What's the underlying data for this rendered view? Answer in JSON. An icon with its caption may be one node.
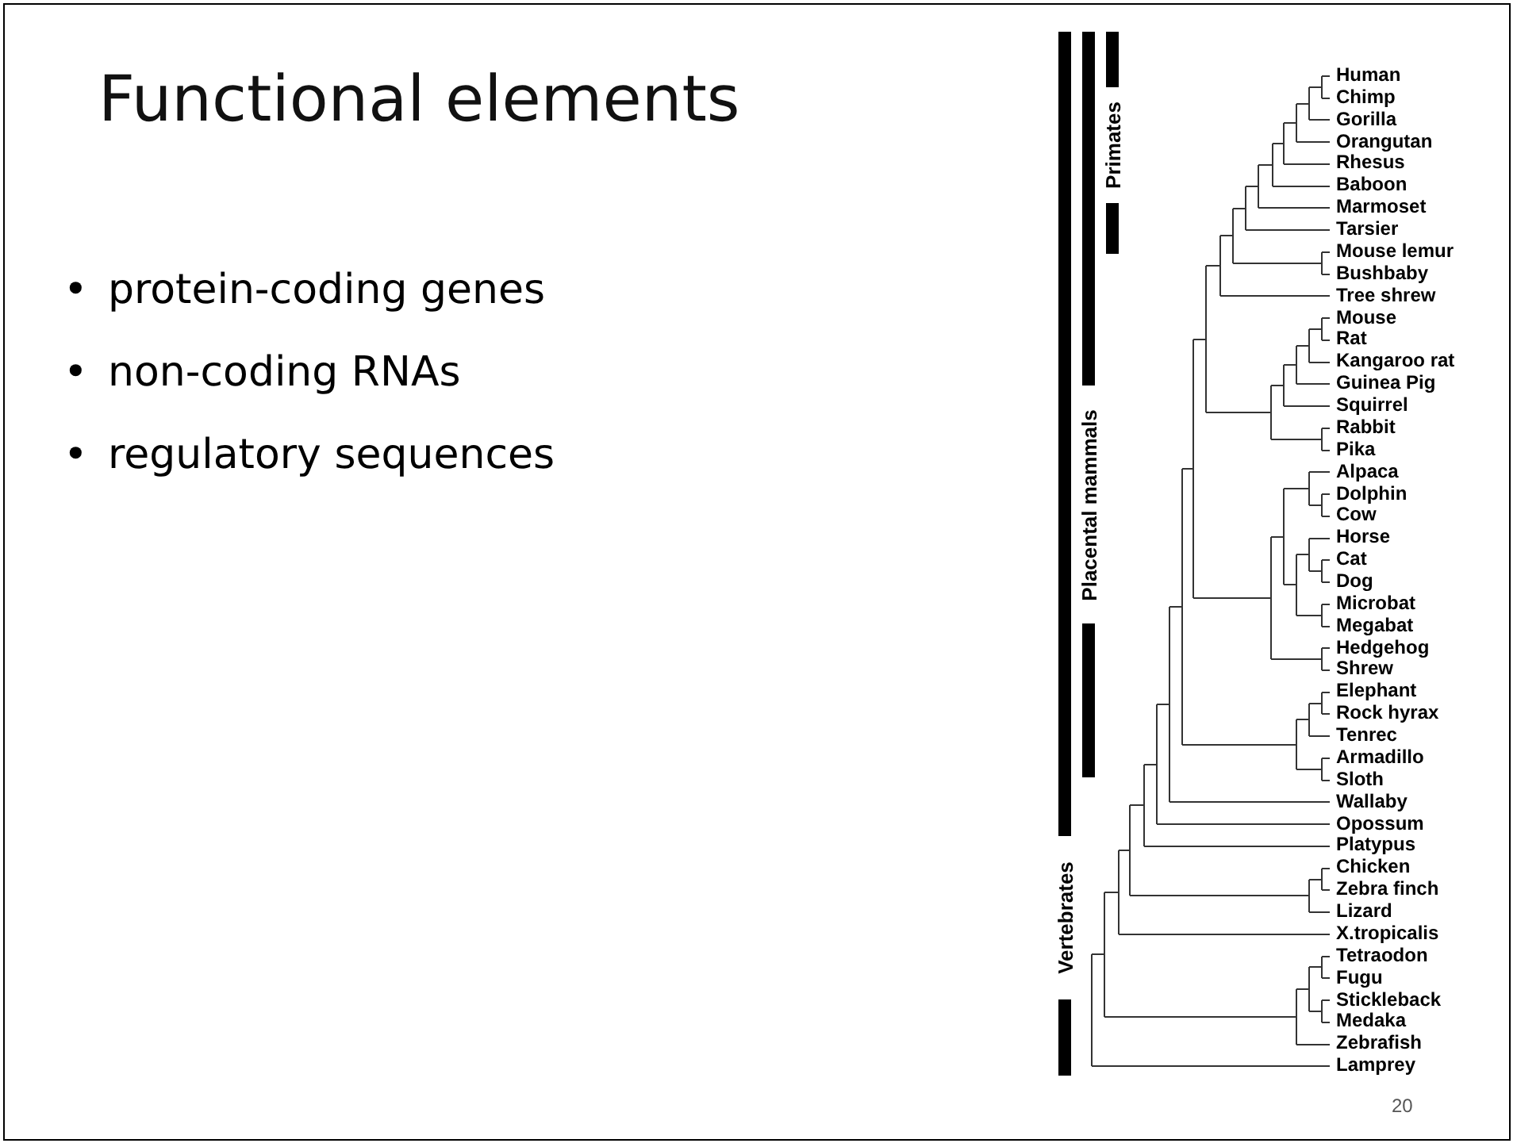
{
  "diagram": {
    "title": "Functional elements",
    "labels": [
      "•",
      "protein-coding genes",
      "•",
      "non-coding RNAs",
      "•",
      "regulatory sequences",
      "Human",
      "Chimp",
      "Gorilla",
      "Orangutan",
      "Rhesus",
      "Baboon",
      "Marmoset",
      "Tarsier",
      "Mouse lemur",
      "Bushbaby",
      "Tree shrew",
      "Mouse",
      "Rat",
      "Kangaroo rat",
      "Guinea Pig",
      "Squirrel",
      "Rabbit",
      "Pika",
      "Alpaca",
      "Dolphin",
      "Cow",
      "Horse",
      "Cat",
      "Dog",
      "Microbat",
      "Megabat",
      "Hedgehog",
      "Shrew",
      "Elephant",
      "Rock hyrax",
      "Tenrec",
      "Armadillo",
      "Sloth",
      "Wallaby",
      "Opossum",
      "Platypus",
      "Chicken",
      "Zebra finch",
      "Lizard",
      "X.tropicalis",
      "Tetraodon",
      "Fugu",
      "Stickleback",
      "Medaka",
      "Zebrafish",
      "Lamprey",
      "Primates",
      "Placental mammals",
      "Vertebrates",
      "20"
    ]
  }
}
